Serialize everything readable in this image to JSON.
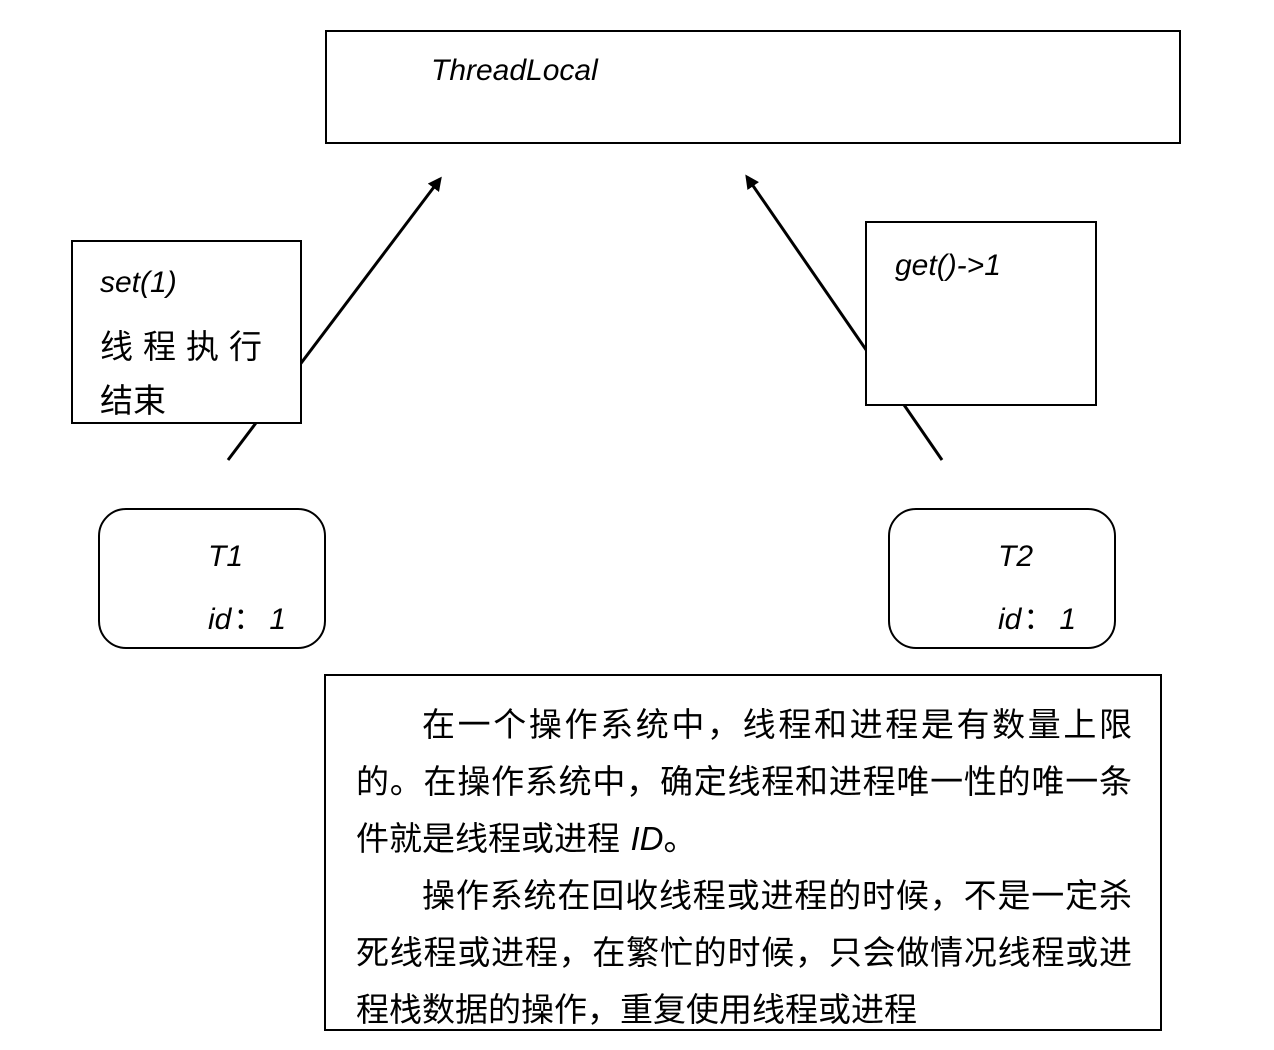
{
  "threadlocal": {
    "label": "ThreadLocal"
  },
  "set_note": {
    "code": "set(1)",
    "text_line1": "线程执行",
    "text_line2": "结束"
  },
  "get_note": {
    "code": "get()->1"
  },
  "threads": [
    {
      "name": "T1",
      "id_key": "id",
      "id_sep": "：",
      "id_value": "1"
    },
    {
      "name": "T2",
      "id_key": "id",
      "id_sep": "：",
      "id_value": "1"
    }
  ],
  "explanation": {
    "para1_a": "在一个操作系统中，线程和进程是有数量上限的。在操作系统中，确定线程和进程唯一性的唯一条件就是线程或进程 ",
    "para1_id": "ID",
    "para1_b": "。",
    "para2": "操作系统在回收线程或进程的时候，不是一定杀死线程或进程，在繁忙的时候，只会做情况线程或进程栈数据的操作，重复使用线程或进程"
  }
}
